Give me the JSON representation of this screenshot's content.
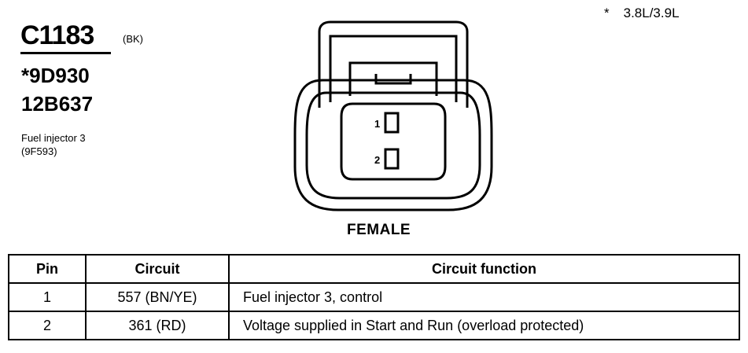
{
  "connector": {
    "id": "C1183",
    "color_code": "(BK)",
    "part_numbers": [
      "*9D930",
      "12B637"
    ],
    "description_lines": [
      "Fuel injector 3",
      "(9F593)"
    ]
  },
  "note": {
    "symbol": "*",
    "text": "3.8L/3.9L"
  },
  "diagram": {
    "pin_labels": [
      "1",
      "2"
    ],
    "view_label": "FEMALE"
  },
  "pin_table": {
    "headers": [
      "Pin",
      "Circuit",
      "Circuit function"
    ],
    "rows": [
      [
        "1",
        "557 (BN/YE)",
        "Fuel injector 3, control"
      ],
      [
        "2",
        "361 (RD)",
        "Voltage supplied in Start and Run (overload protected)"
      ]
    ]
  }
}
